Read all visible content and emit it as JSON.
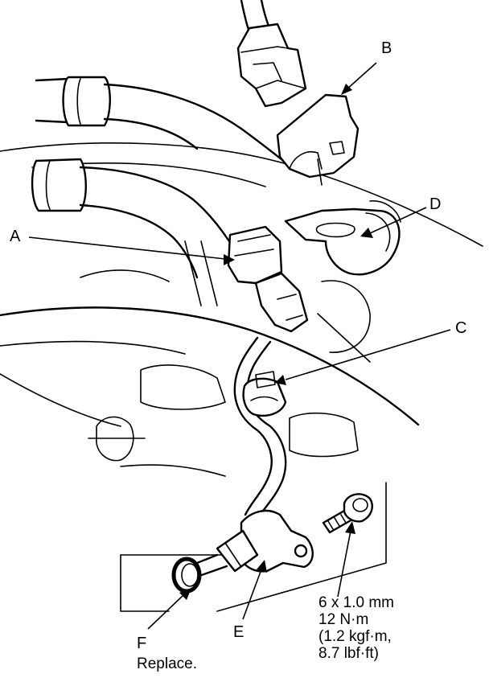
{
  "callouts": {
    "A": "A",
    "B": "B",
    "C": "C",
    "D": "D",
    "E": "E",
    "F": "F"
  },
  "notes": {
    "f_instruction": "Replace.",
    "bolt_size": "6 x 1.0 mm",
    "torque_nm": "12 N·m",
    "torque_kgfm": "(1.2 kgf·m,",
    "torque_lbfft": "8.7 lbf·ft)"
  }
}
